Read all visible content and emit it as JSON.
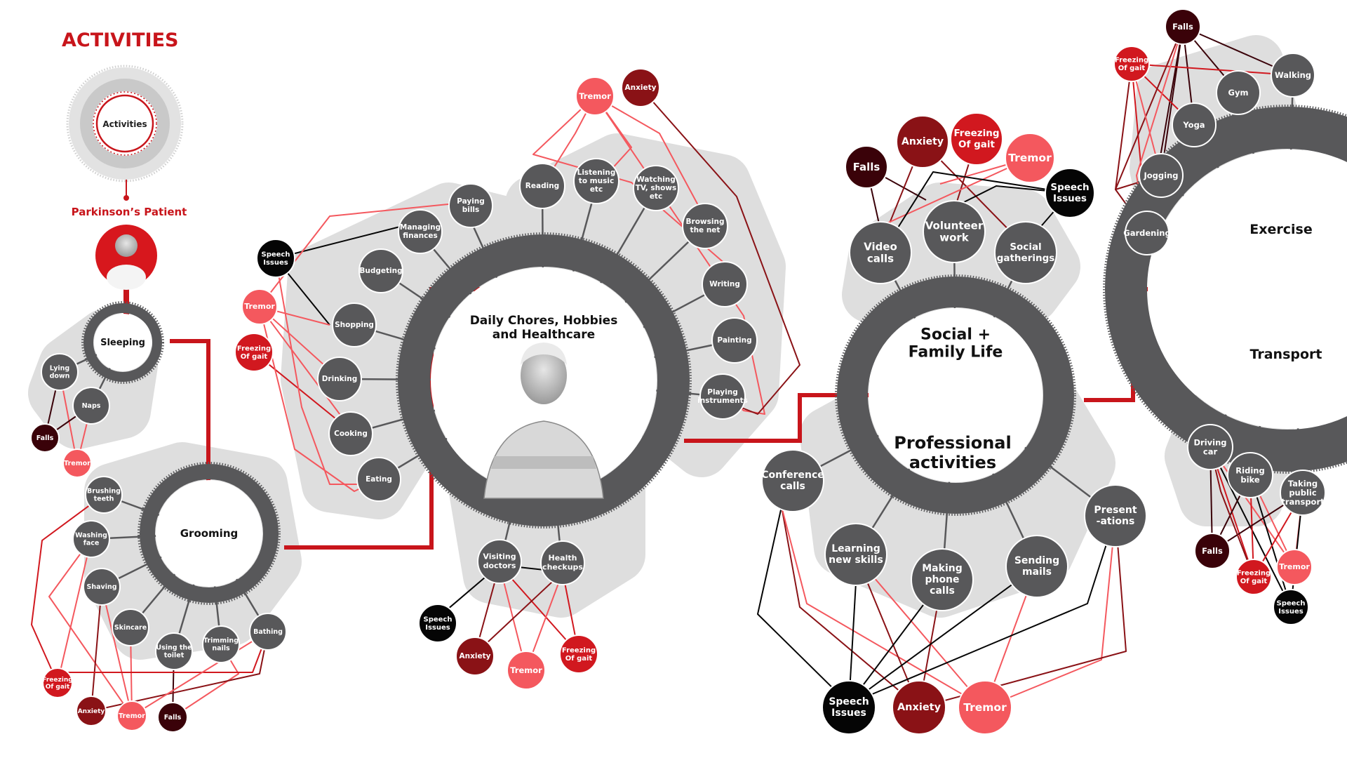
{
  "title": "ACTIVITIES",
  "legend": {
    "center_label": "Activities",
    "patient_label": "Parkinson’s Patient"
  },
  "colors": {
    "accent_red": "#c8151b",
    "hub_gray": "#58585a",
    "cloud_gray": "#dedede",
    "falls": "#3a0209",
    "anxiety": "#8a1216",
    "freezing": "#d1181f",
    "tremor": "#f4585e",
    "speech": "#050505"
  },
  "hubs": {
    "sleeping": "Sleeping",
    "grooming": "Grooming",
    "daily_title": "Daily Chores,  Hobbies and Healthcare",
    "social_title": "Social + Family Life",
    "professional_title": "Professional activities",
    "exercise": "Exercise",
    "transport": "Transport"
  },
  "symptoms": {
    "falls": "Falls",
    "anxiety": "Anxiety",
    "tremor": "Tremor",
    "freezing": "Freezing Of gait",
    "speech": "Speech Issues"
  },
  "activities": {
    "sleeping": [
      "Lying down",
      "Naps"
    ],
    "grooming": [
      "Brushing teeth",
      "Washing face",
      "Shaving",
      "Skincare",
      "Using the toilet",
      "Trimming nails",
      "Bathing"
    ],
    "chores": [
      "Paying bills",
      "Managing finances",
      "Budgeting",
      "Shopping",
      "Drinking",
      "Cooking",
      "Eating"
    ],
    "hobbies": [
      "Reading",
      "Listening to music etc",
      "Watching TV, shows etc",
      "Browsing the net",
      "Writing",
      "Painting",
      "Playing instruments"
    ],
    "healthcare": [
      "Visiting doctors",
      "Health checkups"
    ],
    "social": [
      "Video calls",
      "Volunteer work",
      "Social gatherings"
    ],
    "professional": [
      "Conference calls",
      "Learning new skills",
      "Making phone calls",
      "Sending mails",
      "Present -ations"
    ],
    "exercise": [
      "Walking",
      "Gym",
      "Yoga",
      "Jogging",
      "Gardening"
    ],
    "transport": [
      "Driving car",
      "Riding bike",
      "Taking public transport"
    ]
  }
}
